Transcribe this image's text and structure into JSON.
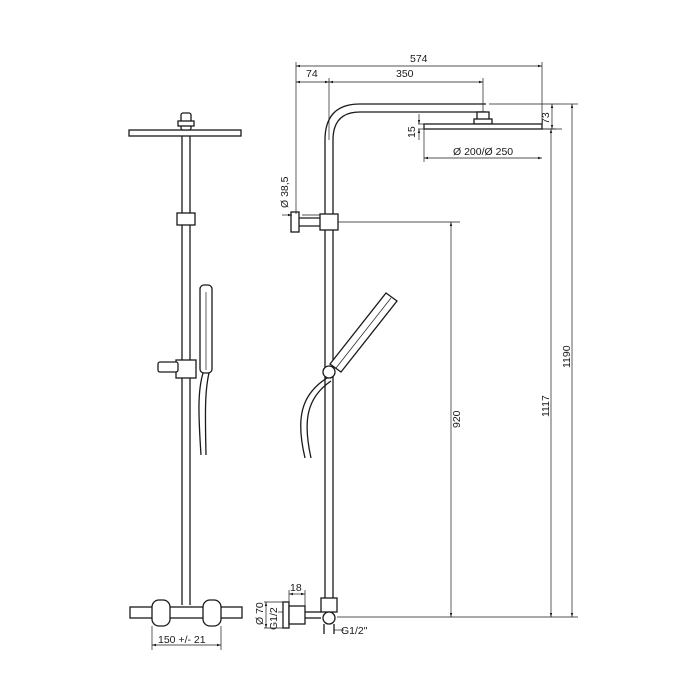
{
  "diagram": {
    "dimensions": {
      "overall_width": "574",
      "arm_offset": "74",
      "arm_length": "350",
      "head_thickness": "15",
      "head_height": "73",
      "head_diameter": "Ø 200/Ø 250",
      "pipe_diameter": "Ø 38,5",
      "slider_height": "920",
      "head_total_height": "1117",
      "overall_height": "1190",
      "connector_width": "18",
      "flange_diameter": "Ø 70",
      "connector_thread_left": "G1/2",
      "connector_thread_right": "G1/2\"",
      "valve_spacing": "150 +/- 21"
    }
  }
}
